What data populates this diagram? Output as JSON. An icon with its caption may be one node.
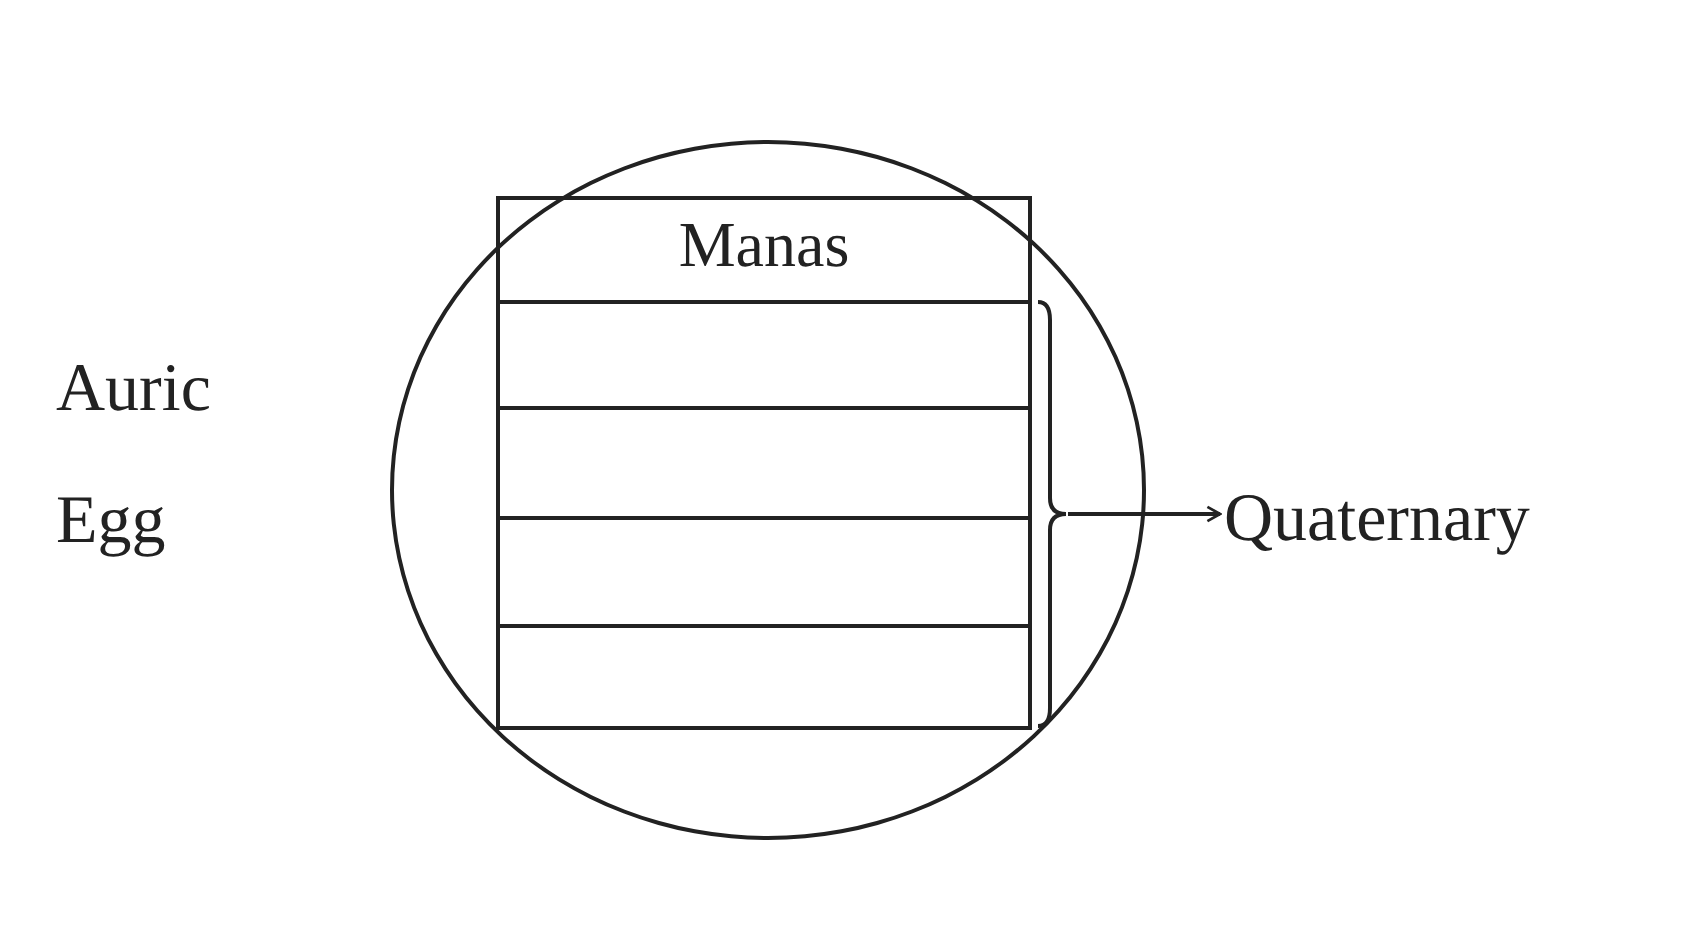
{
  "diagram": {
    "nodes": [
      {
        "text": [],
        "shape": "circle",
        "beside": [
          "Auric Egg"
        ]
      },
      {
        "text": [
          "Manas"
        ],
        "in": 0
      },
      {
        "text": [],
        "shape": "box",
        "in": 0
      },
      {
        "text": [],
        "shape": "box",
        "in": 0
      },
      {
        "text": [],
        "shape": "box",
        "in": 0
      },
      {
        "text": [],
        "shape": "box",
        "in": 0
      },
      {
        "text": [],
        "shape": "brace",
        "in": 0
      },
      {
        "text": [
          "Quaternary"
        ]
      }
    ],
    "edges": [
      {
        "from": 6,
        "to": 7,
        "arrow": "to"
      }
    ]
  }
}
